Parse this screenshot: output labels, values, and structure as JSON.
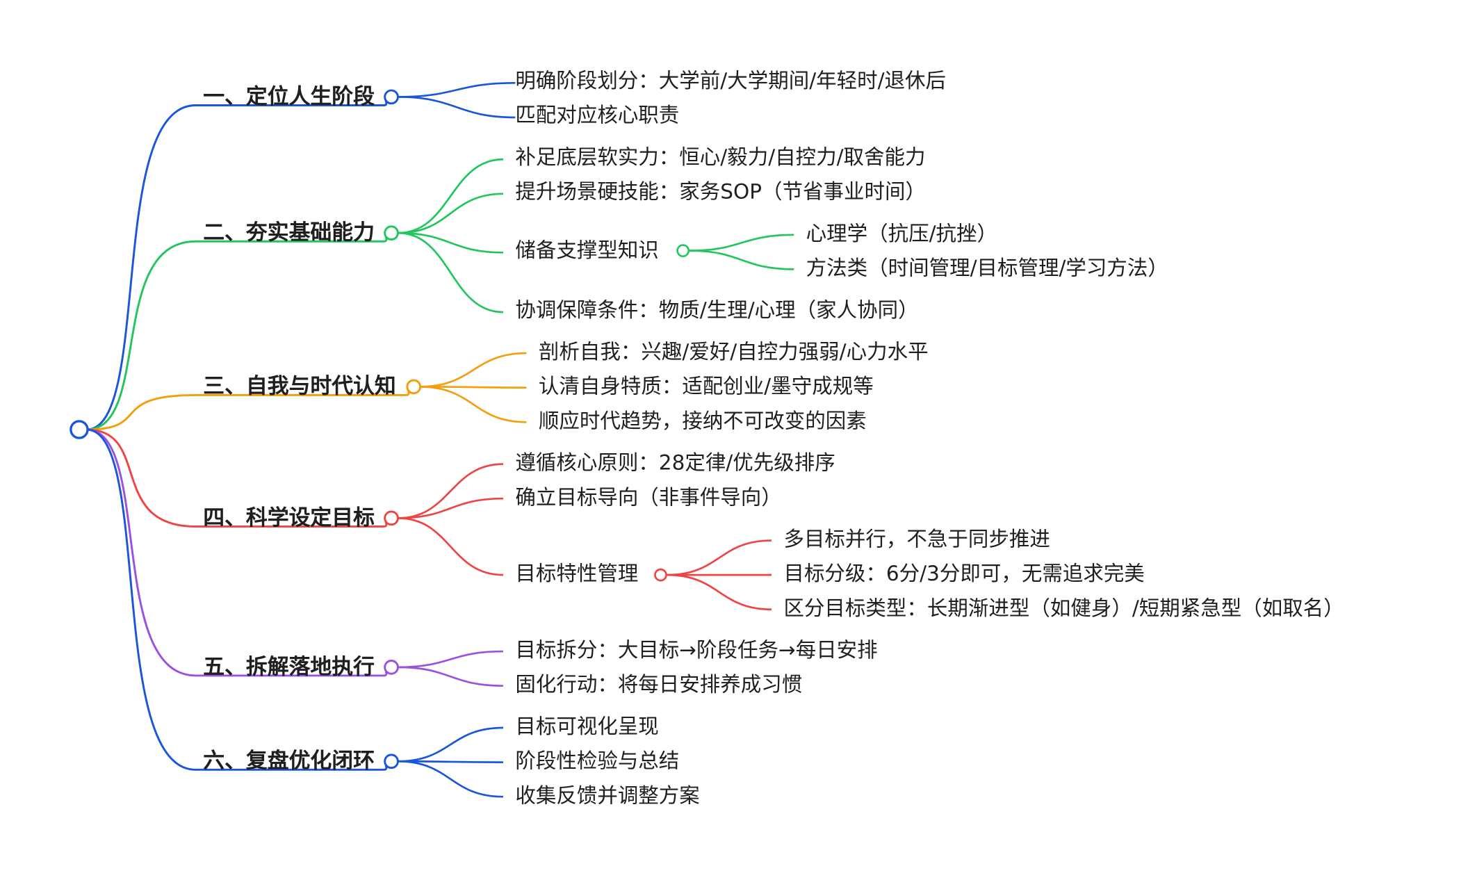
{
  "mindmap": {
    "root": {
      "label": "",
      "color": "#1a56db"
    },
    "branches": [
      {
        "label": "一、定位人生阶段",
        "color": "#1a56db",
        "children": [
          {
            "label": "明确阶段划分：大学前/大学期间/年轻时/退休后"
          },
          {
            "label": "匹配对应核心职责"
          }
        ]
      },
      {
        "label": "二、夯实基础能力",
        "color": "#22c55e",
        "children": [
          {
            "label": "补足底层软实力：恒心/毅力/自控力/取舍能力"
          },
          {
            "label": "提升场景硬技能：家务SOP（节省事业时间）"
          },
          {
            "label": "储备支撑型知识",
            "children": [
              {
                "label": "心理学（抗压/抗挫）"
              },
              {
                "label": "方法类（时间管理/目标管理/学习方法）"
              }
            ]
          },
          {
            "label": "协调保障条件：物质/生理/心理（家人协同）"
          }
        ]
      },
      {
        "label": "三、自我与时代认知",
        "color": "#f59e0b",
        "children": [
          {
            "label": "剖析自我：兴趣/爱好/自控力强弱/心力水平"
          },
          {
            "label": "认清自身特质：适配创业/墨守成规等"
          },
          {
            "label": "顺应时代趋势，接纳不可改变的因素"
          }
        ]
      },
      {
        "label": "四、科学设定目标",
        "color": "#ef4444",
        "children": [
          {
            "label": "遵循核心原则：28定律/优先级排序"
          },
          {
            "label": "确立目标导向（非事件导向）"
          },
          {
            "label": "目标特性管理",
            "children": [
              {
                "label": "多目标并行，不急于同步推进"
              },
              {
                "label": "目标分级：6分/3分即可，无需追求完美"
              },
              {
                "label": "区分目标类型：长期渐进型（如健身）/短期紧急型（如取名）"
              }
            ]
          }
        ]
      },
      {
        "label": "五、拆解落地执行",
        "color": "#9b51e0",
        "children": [
          {
            "label": "目标拆分：大目标→阶段任务→每日安排"
          },
          {
            "label": "固化行动：将每日安排养成习惯"
          }
        ]
      },
      {
        "label": "六、复盘优化闭环",
        "color": "#1a56db",
        "children": [
          {
            "label": "目标可视化呈现"
          },
          {
            "label": "阶段性检验与总结"
          },
          {
            "label": "收集反馈并调整方案"
          }
        ]
      }
    ]
  }
}
